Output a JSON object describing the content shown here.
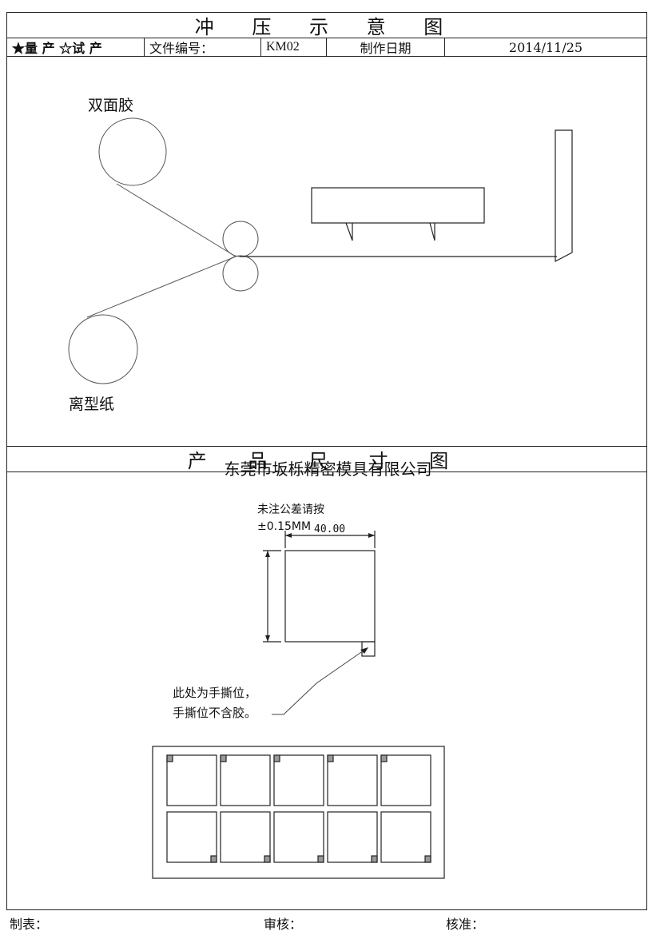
{
  "header": {
    "title": "冲 压 示 意 图",
    "production_type": "★量 产 ☆试 产",
    "file_no_label": "文件编号：",
    "file_no": "KM02",
    "date_label": "制作日期",
    "date": "2014/11/25"
  },
  "stamping_diagram": {
    "tape_label": "双面胶",
    "release_paper_label": "离型纸"
  },
  "product_dimension": {
    "section_title": "产 品 尺 寸 图",
    "company": "东莞市坂栎精密模具有限公司",
    "tolerance_note_1": "未注公差请按",
    "tolerance_note_2": "±0.15MM",
    "width_dim": "40.00",
    "tear_note_1": "此处为手撕位，",
    "tear_note_2": "手撕位不含胶。"
  },
  "footer": {
    "made_by": "制表：",
    "reviewed_by": "审核：",
    "approved_by": "核准："
  }
}
